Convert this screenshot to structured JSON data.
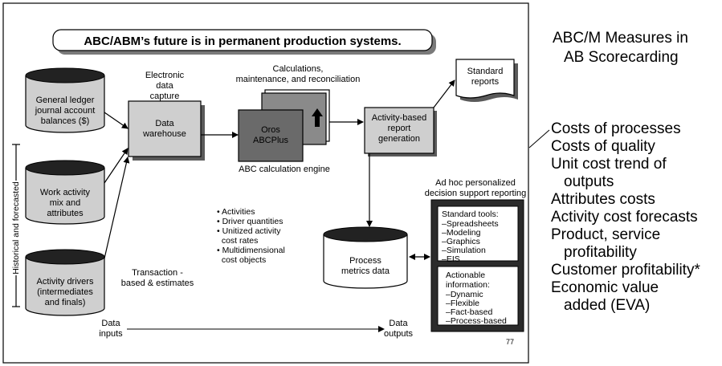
{
  "slide": {
    "banner": "ABC/ABM’s future is in permanent production systems.",
    "page_number": "77",
    "vertical_label": "Historical and forecasted",
    "sources": {
      "gl": [
        "General ledger",
        "journal account",
        "balances ($)"
      ],
      "work": [
        "Work activity",
        "mix and",
        "attributes"
      ],
      "drivers": [
        "Activity drivers",
        "(intermediates",
        "and finals)"
      ]
    },
    "capture_label": [
      "Electronic",
      "data",
      "capture"
    ],
    "warehouse": [
      "Data",
      "warehouse"
    ],
    "calc_label": [
      "Calculations,",
      "maintenance, and reconciliation"
    ],
    "oros": [
      "Oros",
      "ABCPlus"
    ],
    "engine_label": "ABC calculation engine",
    "report_gen": [
      "Activity-based",
      "report",
      "generation"
    ],
    "standard_reports": [
      "Standard",
      "reports"
    ],
    "adhoc_label": [
      "Ad hoc personalized",
      "decision support reporting"
    ],
    "tools": {
      "title": "Standard tools:",
      "items": [
        "–Spreadsheets",
        "–Modeling",
        "–Graphics",
        "–Simulation",
        "–EIS"
      ]
    },
    "actionable": {
      "title": [
        "Actionable",
        "information:"
      ],
      "items": [
        "–Dynamic",
        "–Flexible",
        "–Fact-based",
        "–Process-based"
      ]
    },
    "process_metrics": [
      "Process",
      "metrics data"
    ],
    "bullets": [
      [
        "• Activities"
      ],
      [
        "• Driver quantities"
      ],
      [
        "• Unitized activity",
        "  cost rates"
      ],
      [
        "• Multidimensional",
        "  cost objects"
      ]
    ],
    "transaction": [
      "Transaction -",
      "based & estimates"
    ],
    "data_inputs": [
      "Data",
      "inputs"
    ],
    "data_outputs": [
      "Data",
      "outputs"
    ]
  },
  "sidebar": {
    "title": [
      "ABC/M Measures in",
      "AB Scorecarding"
    ],
    "items": [
      [
        "Costs of processes"
      ],
      [
        "Costs of quality"
      ],
      [
        "Unit cost trend of",
        "outputs"
      ],
      [
        "Attributes costs"
      ],
      [
        "Activity cost forecasts"
      ],
      [
        "Product, service",
        "profitability"
      ],
      [
        "Customer profitability*"
      ],
      [
        "Economic value",
        "added (EVA)"
      ]
    ]
  }
}
